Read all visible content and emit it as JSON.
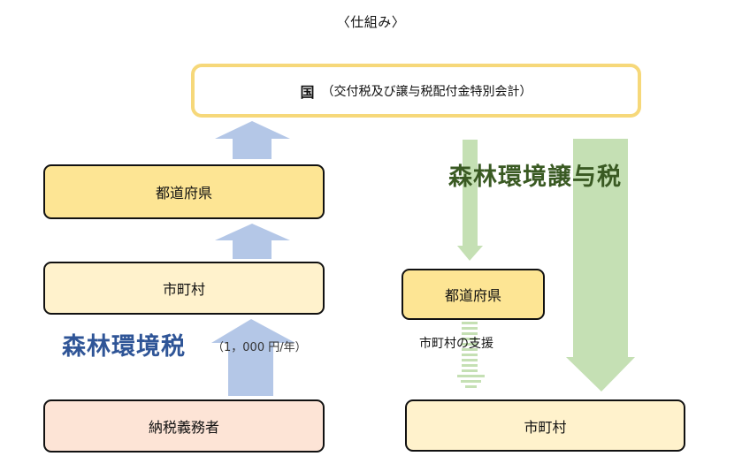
{
  "title": "〈仕組み〉",
  "national": {
    "name": "国",
    "detail": "（交付税及び譲与税配付金特別会計）"
  },
  "left_flow": {
    "prefecture": "都道府県",
    "municipality": "市町村",
    "tax_name": "森林環境税",
    "tax_amount": "（1，000 円/年）",
    "taxpayer": "納税義務者"
  },
  "right_flow": {
    "transfer_tax_name": "森林環境譲与税",
    "prefecture": "都道府県",
    "support_label": "市町村の支援",
    "municipality": "市町村"
  },
  "colors": {
    "tax_arrow": "#b4c7e7",
    "transfer_arrow": "#c5e0b4",
    "national_border": "#f6d87a",
    "prefecture_fill": "#fde594",
    "municipality_fill": "#fff2cc",
    "taxpayer_fill": "#fde4d6",
    "tax_text": "#2f5597",
    "transfer_text": "#3a5a23"
  }
}
